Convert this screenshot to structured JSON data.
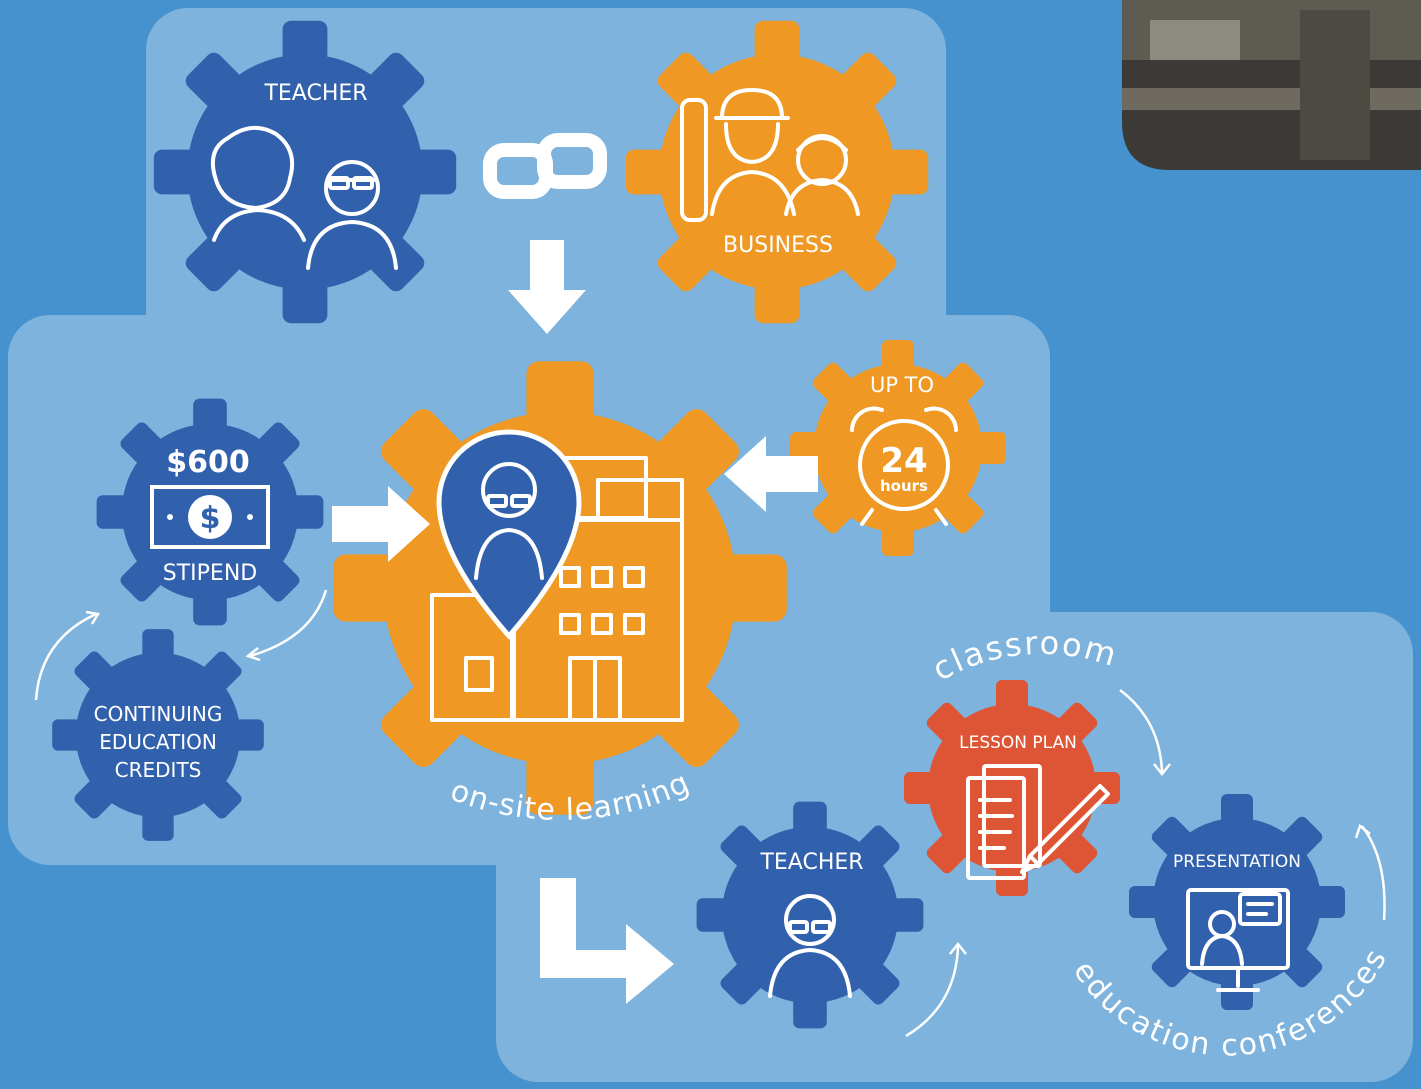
{
  "colors": {
    "background": "#4592cf",
    "panel": "#7db3dc",
    "gear_blue": "#3160ad",
    "gear_orange": "#ef9823",
    "gear_red": "#dd5534",
    "white": "#ffffff"
  },
  "top_group": {
    "teacher_label": "TEACHER",
    "business_label": "BUSINESS",
    "link_icon": "chain-link-icon",
    "down_arrow_icon": "arrow-down-icon"
  },
  "stipend": {
    "amount": "$600",
    "label": "STIPEND",
    "currency_symbol": "$",
    "icon": "money-bill-icon"
  },
  "credits": {
    "line1": "CONTINUING",
    "line2": "EDUCATION",
    "line3": "CREDITS"
  },
  "hours": {
    "prefix": "UP TO",
    "number": "24",
    "unit": "hours",
    "icon": "alarm-clock-icon"
  },
  "center": {
    "caption": "on-site learning",
    "icon": "building-location-pin-icon"
  },
  "bottom_group": {
    "teacher_label": "TEACHER",
    "lesson_label": "LESSON PLAN",
    "presentation_label": "PRESENTATION",
    "classroom_caption": "classroom",
    "conferences_caption": "education conferences"
  },
  "photo": {
    "description_icon": "photo-thumbnail"
  }
}
